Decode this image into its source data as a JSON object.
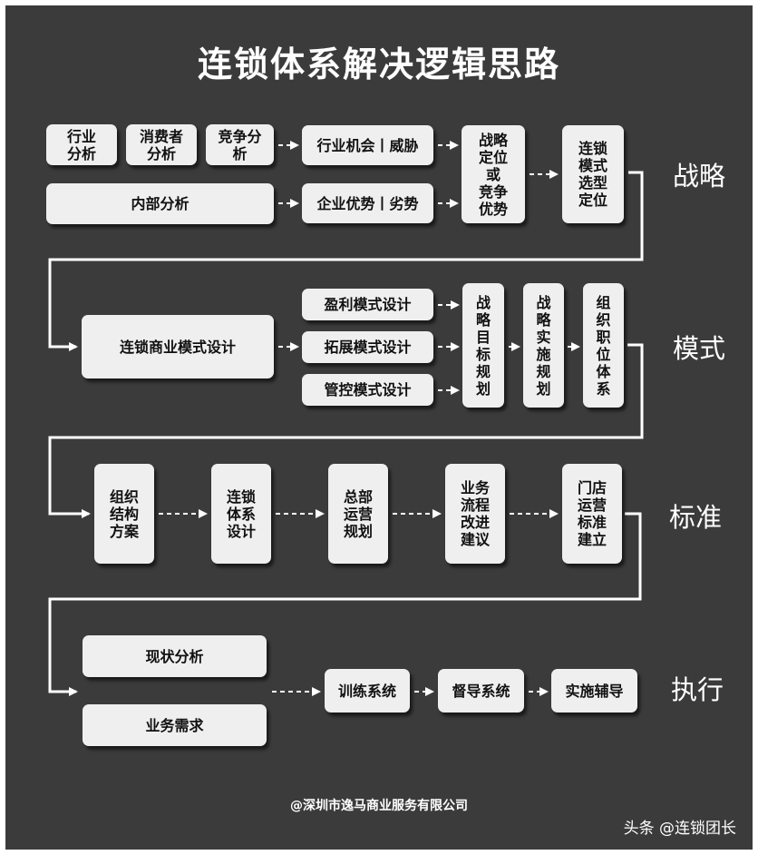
{
  "title": "连锁体系解决逻辑思路",
  "stages": {
    "strategy": "战略",
    "model": "模式",
    "standard": "标准",
    "execution": "执行"
  },
  "strategy": {
    "industry_analysis": "行业\n分析",
    "consumer_analysis": "消费者\n分析",
    "competition_analysis": "竞争分\n析",
    "internal_analysis": "内部分析",
    "opportunity_threat": "行业机会丨威胁",
    "strength_weakness": "企业优势丨劣势",
    "strategic_position": "战略\n定位\n或\n竞争\n优势",
    "chain_model_selection": "连锁\n模式\n选型\n定位"
  },
  "model": {
    "business_model_design": "连锁商业模式设计",
    "profit_model": "盈利模式设计",
    "expansion_model": "拓展模式设计",
    "control_model": "管控模式设计",
    "strategic_goal_plan": "战\n略\n目\n标\n规\n划",
    "strategy_implementation_plan": "战\n略\n实\n施\n规\n划",
    "org_position_system": "组\n织\n职\n位\n体\n系"
  },
  "standard": {
    "org_structure_plan": "组织\n结构\n方案",
    "chain_system_design": "连锁\n体系\n设计",
    "hq_operation_plan": "总部\n运营\n规划",
    "process_improvement": "业务\n流程\n改进\n建议",
    "store_operation_standard": "门店\n运营\n标准\n建立"
  },
  "execution": {
    "status_analysis": "现状分析",
    "business_needs": "业务需求",
    "training_system": "训练系统",
    "supervision_system": "督导系统",
    "implementation_coaching": "实施辅导"
  },
  "footer": {
    "credit": "@深圳市逸马商业服务有限公司",
    "watermark": "头条 @连锁团长"
  },
  "colors": {
    "background": "#3b3b3b",
    "box": "#efefef",
    "text": "#ffffff",
    "connector": "#ffffff"
  }
}
